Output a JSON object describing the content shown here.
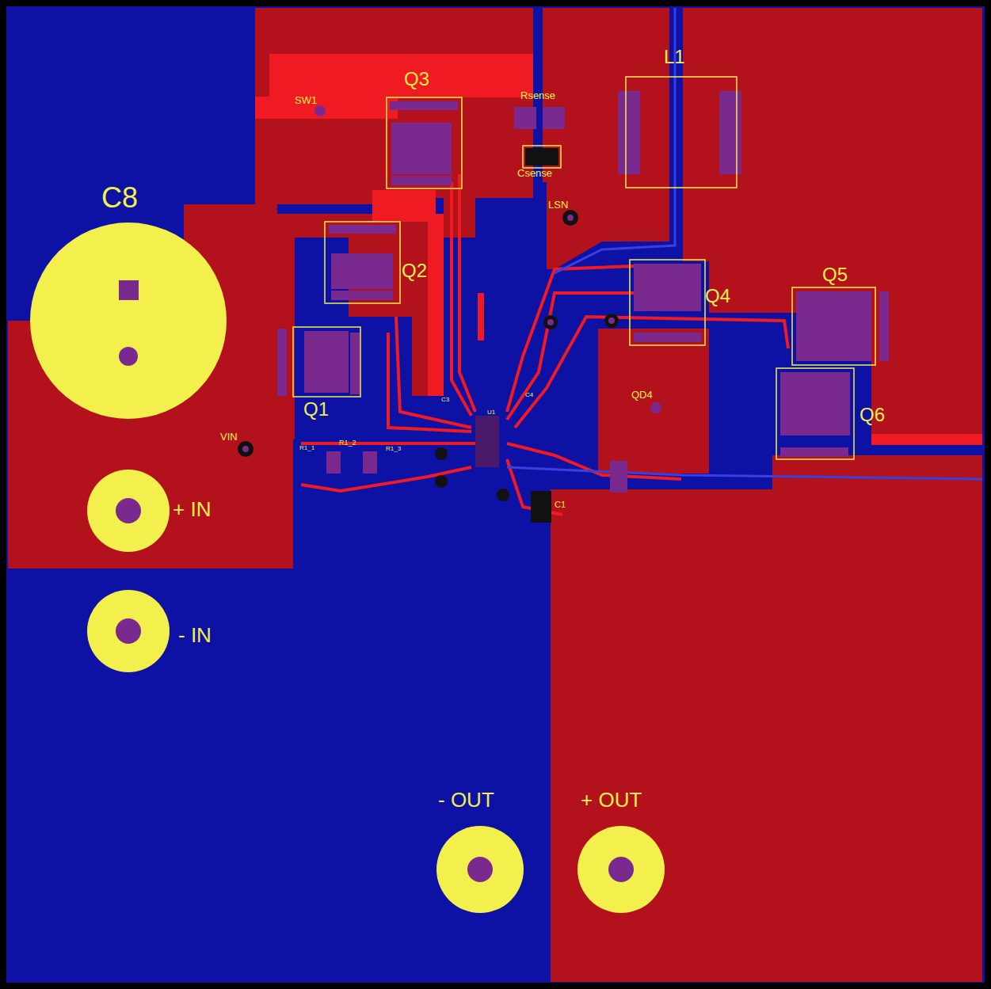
{
  "diagram": {
    "labels": [
      "C8",
      "SW1",
      "Q3",
      "Rsense",
      "Csense",
      "L1",
      "LSN",
      "Q2",
      "Q4",
      "Q5",
      "Q1",
      "VIN",
      "QD4",
      "Q6",
      "+ IN",
      "- IN",
      "- OUT",
      "+ OUT",
      "C3",
      "C4",
      "U1",
      "R1_1",
      "R1_2",
      "R1_3",
      "C1"
    ]
  }
}
